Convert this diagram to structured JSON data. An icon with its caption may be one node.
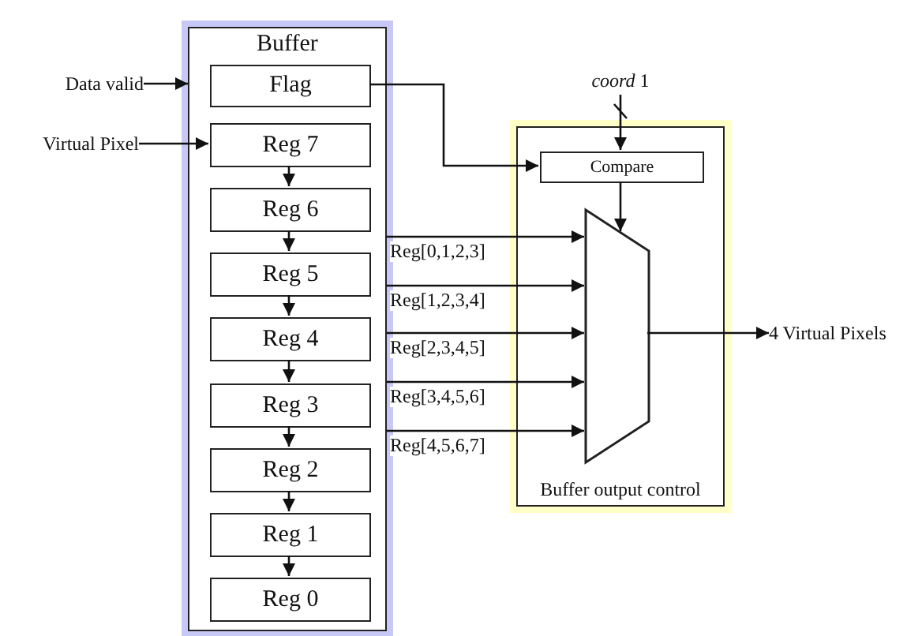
{
  "diagram": {
    "nodes": [
      {
        "text": [
          "Buffer"
        ]
      },
      {
        "text": [
          "Flag"
        ],
        "in": 0
      },
      {
        "text": [
          "Reg 7"
        ],
        "in": 0
      },
      {
        "text": [
          "Reg 6"
        ],
        "in": 0
      },
      {
        "text": [
          "Reg 5"
        ],
        "in": 0
      },
      {
        "text": [
          "Reg 4"
        ],
        "in": 0
      },
      {
        "text": [
          "Reg 3"
        ],
        "in": 0
      },
      {
        "text": [
          "Reg 2"
        ],
        "in": 0
      },
      {
        "text": [
          "Reg 1"
        ],
        "in": 0
      },
      {
        "text": [
          "Reg 0"
        ],
        "in": 0
      },
      {
        "text": [
          "Data valid"
        ]
      },
      {
        "text": [
          "Virtual Pixel"
        ]
      },
      {
        "text": [
          "Buffer output control"
        ]
      },
      {
        "text": [
          "Compare"
        ],
        "in": 12
      },
      {
        "text": [],
        "shape": "trapezoid",
        "in": 12
      },
      {
        "text": [
          "*coord* 1"
        ]
      },
      {
        "text": [
          "4 Virtual Pixels"
        ]
      }
    ],
    "edges": [
      {
        "from": 10,
        "to": 0,
        "arrow": "to"
      },
      {
        "from": 11,
        "to": 2,
        "arrow": "to"
      },
      {
        "from": 1,
        "to": 13,
        "arrow": "to"
      },
      {
        "from": 2,
        "to": 3,
        "arrow": "to"
      },
      {
        "from": 3,
        "to": 4,
        "arrow": "to"
      },
      {
        "from": 4,
        "to": 5,
        "arrow": "to"
      },
      {
        "from": 5,
        "to": 6,
        "arrow": "to"
      },
      {
        "from": 6,
        "to": 7,
        "arrow": "to"
      },
      {
        "from": 7,
        "to": 8,
        "arrow": "to"
      },
      {
        "from": 8,
        "to": 9,
        "arrow": "to"
      },
      {
        "from": 0,
        "to": 14,
        "arrow": "to",
        "label": "Reg[0,1,2,3]"
      },
      {
        "from": 0,
        "to": 14,
        "arrow": "to",
        "label": "Reg[1,2,3,4]"
      },
      {
        "from": 0,
        "to": 14,
        "arrow": "to",
        "label": "Reg[2,3,4,5]"
      },
      {
        "from": 0,
        "to": 14,
        "arrow": "to",
        "label": "Reg[3,4,5,6]"
      },
      {
        "from": 0,
        "to": 14,
        "arrow": "to",
        "label": "Reg[4,5,6,7]"
      },
      {
        "from": 15,
        "to": 13,
        "arrow": "to"
      },
      {
        "from": 13,
        "to": 14,
        "arrow": "to"
      },
      {
        "from": 14,
        "to": 16,
        "arrow": "to"
      }
    ]
  }
}
